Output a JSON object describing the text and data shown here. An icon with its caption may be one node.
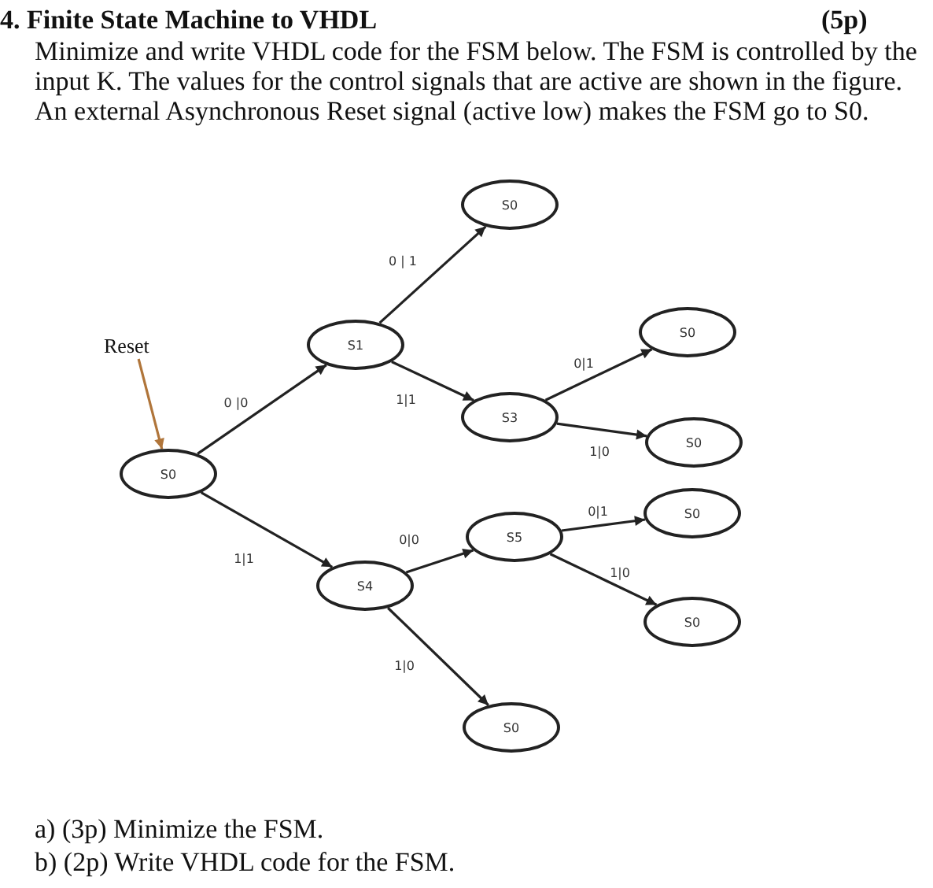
{
  "diagram": {
    "title": "4. Finite State Machine to VHDL",
    "nodes": [
      {
        "text": [
          "S0"
        ]
      },
      {
        "text": [
          "Reset"
        ]
      },
      {
        "text": [
          "S1"
        ]
      },
      {
        "text": [
          "S0"
        ]
      },
      {
        "text": [
          "S3"
        ]
      },
      {
        "text": [
          "S0"
        ]
      },
      {
        "text": [
          "S0"
        ]
      },
      {
        "text": [
          "S0"
        ]
      },
      {
        "text": [
          "S5"
        ]
      },
      {
        "text": [
          "S4"
        ]
      },
      {
        "text": [
          "S0"
        ]
      },
      {
        "text": [
          "S0"
        ]
      }
    ],
    "edges": [
      {
        "from": 1,
        "to": 6,
        "arrow": "to",
        "color": "#b0753a"
      },
      {
        "from": 6,
        "to": 2,
        "arrow": "to",
        "label": "0 |0"
      },
      {
        "from": 6,
        "to": 9,
        "arrow": "to",
        "label": "1|1"
      },
      {
        "from": 2,
        "to": 0,
        "arrow": "to",
        "label": "0 | 1"
      },
      {
        "from": 2,
        "to": 4,
        "arrow": "to",
        "label": "1|1"
      },
      {
        "from": 4,
        "to": 3,
        "arrow": "to",
        "label": "0|1"
      },
      {
        "from": 4,
        "to": 5,
        "arrow": "to",
        "label": "1|0"
      },
      {
        "from": 9,
        "to": 8,
        "arrow": "to",
        "label": "0|0"
      },
      {
        "from": 9,
        "to": 11,
        "arrow": "to",
        "label": "1|0"
      },
      {
        "from": 8,
        "to": 7,
        "arrow": "to",
        "label": "0|1"
      },
      {
        "from": 8,
        "to": 10,
        "arrow": "to",
        "label": "1|0"
      }
    ],
    "labels": [
      "(5p)",
      "Minimize and write VHDL code for the FSM below. The FSM is controlled by the input K. The values for the control signals that are active are shown in the figure. An external Asynchronous Reset signal (active low) makes the FSM go to S0.",
      "a) (3p) Minimize the FSM.",
      "b) (2p) Write VHDL code for the FSM."
    ]
  }
}
